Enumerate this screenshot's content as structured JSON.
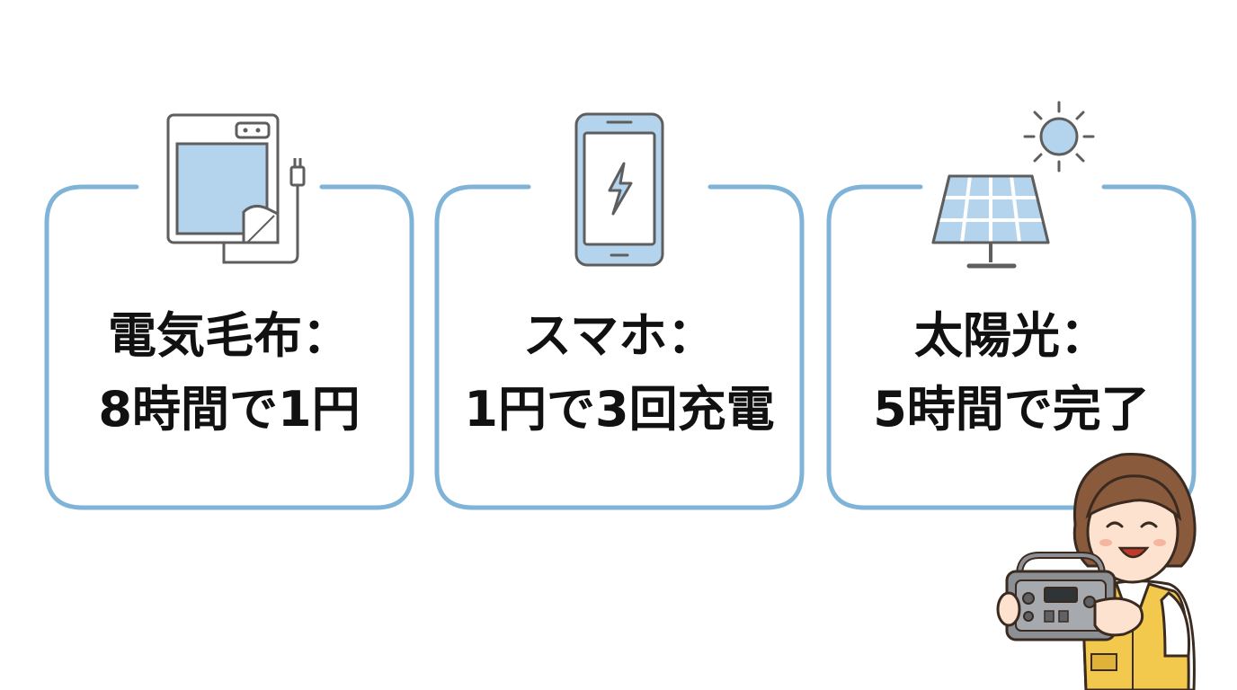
{
  "cards": [
    {
      "title": "電気毛布：",
      "detail": "8時間で1円",
      "icon": "electric-blanket-icon"
    },
    {
      "title": "スマホ：",
      "detail": "1円で3回充電",
      "icon": "smartphone-charging-icon"
    },
    {
      "title": "太陽光：",
      "detail": "5時間で完了",
      "icon": "solar-panel-icon"
    }
  ],
  "colors": {
    "frame": "#7fb3d8",
    "icon_fill": "#b4d4ee",
    "icon_stroke": "#5e5e5e",
    "vest": "#f2c94c",
    "hair": "#8a5a3c",
    "device": "#8c8f94",
    "text": "#111111"
  },
  "mascot": {
    "icon": "woman-holding-power-station-icon"
  }
}
